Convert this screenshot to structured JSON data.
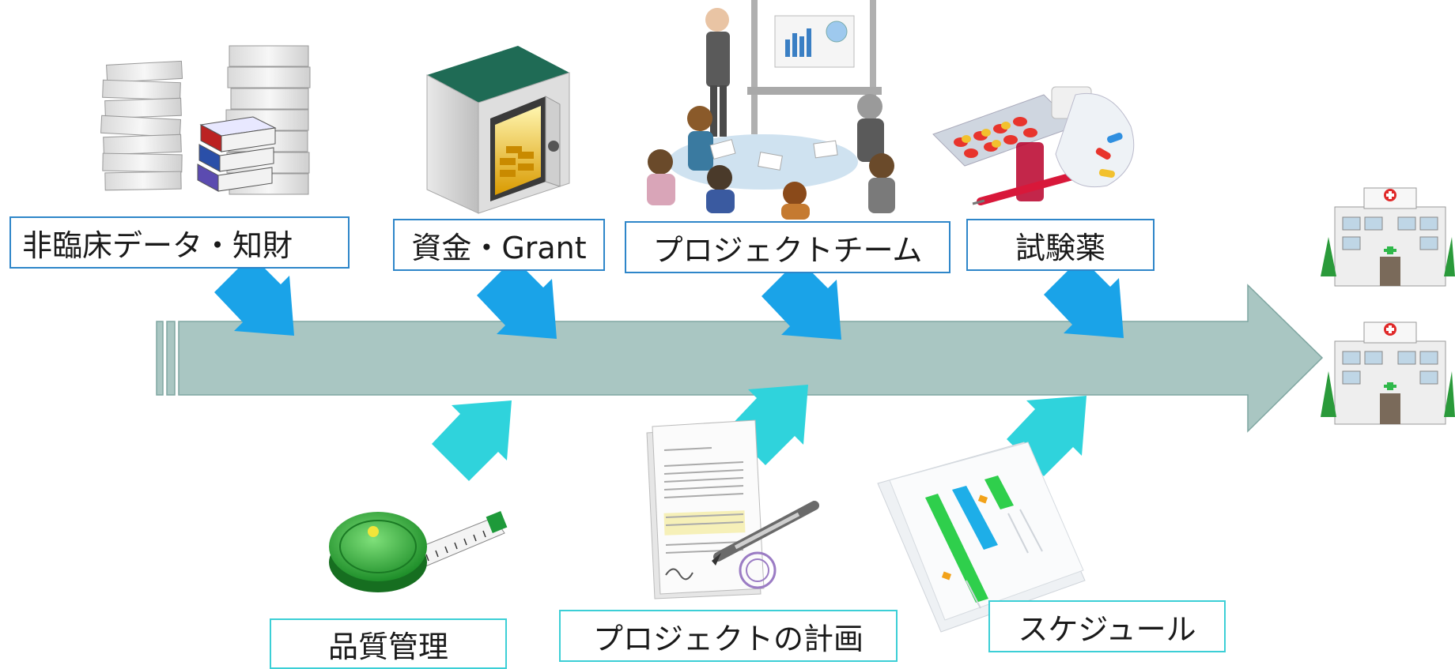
{
  "colors": {
    "spine": "#a9c6c2",
    "spine_stroke": "#7fa6a1",
    "top_arrow": "#1aa3e8",
    "bottom_arrow": "#2fd3dc",
    "top_border": "#2e86c9",
    "bottom_border": "#3ccfd6"
  },
  "inputs_top": [
    {
      "label": "非臨床データ・知財",
      "icon": "document-stack-icon"
    },
    {
      "label": "資金・Grant",
      "icon": "safe-gold-icon"
    },
    {
      "label": "プロジェクトチーム",
      "icon": "team-meeting-icon"
    },
    {
      "label": "試験薬",
      "icon": "medicine-icon"
    }
  ],
  "inputs_bottom": [
    {
      "label": "品質管理",
      "icon": "tape-measure-icon"
    },
    {
      "label": "プロジェクトの計画",
      "icon": "contract-document-icon"
    },
    {
      "label": "スケジュール",
      "icon": "gantt-chart-icon"
    }
  ],
  "destination": {
    "icon": "hospital-icon",
    "sign": "Hospital"
  }
}
